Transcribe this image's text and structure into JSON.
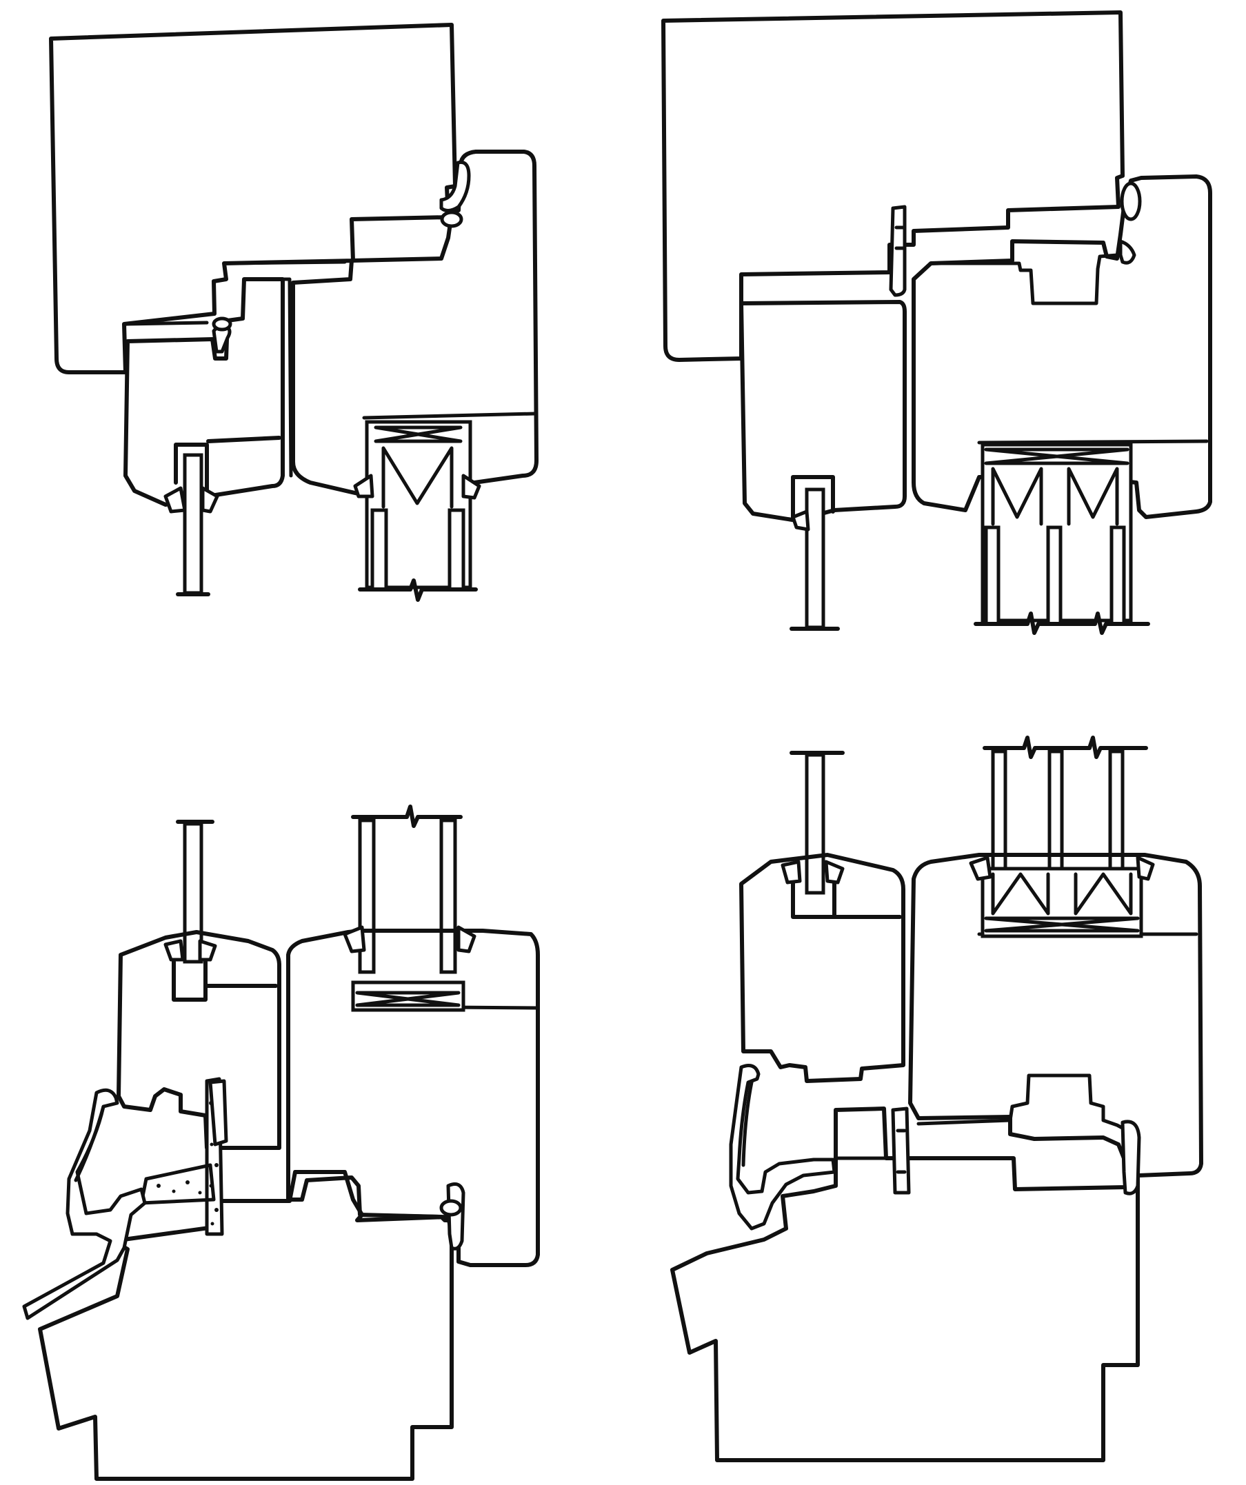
{
  "figure": {
    "panels": [
      {
        "id": "top-left",
        "view": "head-section-single-glazed"
      },
      {
        "id": "top-right",
        "view": "head-section-triple-glazed"
      },
      {
        "id": "bottom-left",
        "view": "sill-section-single-glazed"
      },
      {
        "id": "bottom-right",
        "view": "sill-section-triple-glazed"
      }
    ],
    "colors": {
      "line": "#111111",
      "background": "#ffffff"
    }
  }
}
